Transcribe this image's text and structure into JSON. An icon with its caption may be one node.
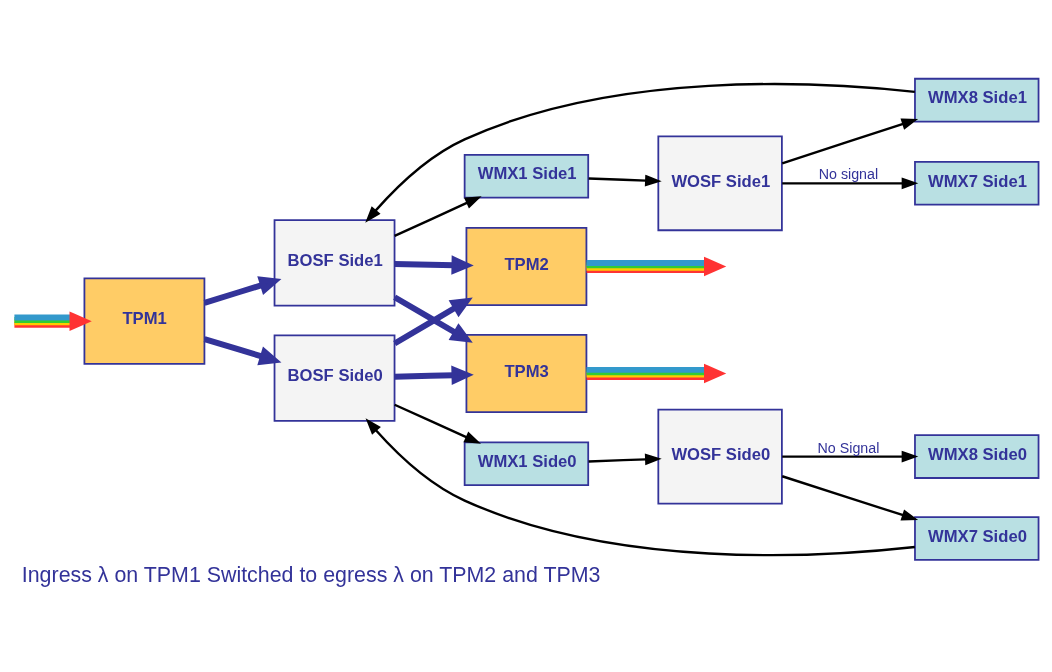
{
  "diagram": {
    "caption": "Ingress λ on TPM1 Switched to egress λ on TPM2 and TPM3",
    "nodes": [
      {
        "text": [
          "TPM1"
        ]
      },
      {
        "text": [
          "BOSF Side0"
        ]
      },
      {
        "text": [
          "BOSF Side1"
        ]
      },
      {
        "text": [
          "TPM2"
        ]
      },
      {
        "text": [
          "TPM3"
        ]
      },
      {
        "text": [
          "WMX8 Side1"
        ]
      },
      {
        "text": [
          "WMX8 Side0"
        ]
      },
      {
        "text": [
          "WMX7 Side1"
        ]
      },
      {
        "text": [
          "WMX7 Side0"
        ]
      },
      {
        "text": [
          "WMX1 Side0"
        ]
      },
      {
        "text": [
          "WMX1 Side1"
        ]
      },
      {
        "text": [
          "WOSF Side0"
        ]
      },
      {
        "text": [
          "WOSF Side1"
        ]
      }
    ],
    "edges": [
      {
        "from": null,
        "to": 0,
        "arrow": "to",
        "style": "thick",
        "color": "#ff3333"
      },
      {
        "from": 0,
        "to": 1,
        "arrow": "to",
        "style": "thick",
        "color": "#333399"
      },
      {
        "from": 0,
        "to": 2,
        "arrow": "to",
        "style": "thick",
        "color": "#333399"
      },
      {
        "from": 1,
        "to": 3,
        "arrow": "to",
        "style": "thick",
        "color": "#333399"
      },
      {
        "from": 1,
        "to": 4,
        "arrow": "to",
        "style": "thick",
        "color": "#333399"
      },
      {
        "from": 2,
        "to": 3,
        "arrow": "to",
        "style": "thick",
        "color": "#333399"
      },
      {
        "from": 2,
        "to": 4,
        "arrow": "to",
        "style": "thick",
        "color": "#333399"
      },
      {
        "from": 3,
        "to": null,
        "arrow": "to",
        "style": "thick",
        "color": "#ff3333"
      },
      {
        "from": 4,
        "to": null,
        "arrow": "to",
        "style": "thick",
        "color": "#ff3333"
      },
      {
        "from": 5,
        "to": 2,
        "arrow": "to"
      },
      {
        "from": 8,
        "to": 1,
        "arrow": "to"
      },
      {
        "from": 1,
        "to": 9,
        "arrow": "to"
      },
      {
        "from": 2,
        "to": 10,
        "arrow": "to"
      },
      {
        "from": 9,
        "to": 11,
        "arrow": "to"
      },
      {
        "from": 10,
        "to": 12,
        "arrow": "to"
      },
      {
        "from": 11,
        "to": 6,
        "arrow": "to",
        "label": "No Signal"
      },
      {
        "from": 11,
        "to": 8,
        "arrow": "to"
      },
      {
        "from": 12,
        "to": 5,
        "arrow": "to"
      },
      {
        "from": 12,
        "to": 7,
        "arrow": "to",
        "label": "No signal"
      }
    ]
  }
}
